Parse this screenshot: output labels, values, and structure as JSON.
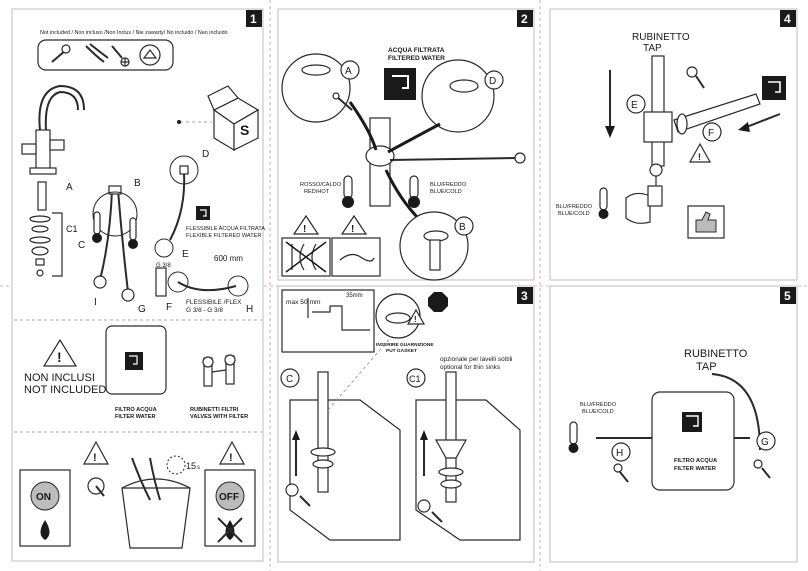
{
  "panels": {
    "p1": {
      "number": "1",
      "not_included": "Not included / Non incluso /Non Inclus / Nie zawarty/ No incluido / Nao incluido",
      "letters": [
        "A",
        "B",
        "C",
        "C1",
        "D",
        "E",
        "F",
        "G",
        "H",
        "I"
      ],
      "flex_filtered": "FLESSIBILE ACQUA FILTRATA",
      "flex_filtered_en": "FLEXIBLE FILTERED WATER",
      "g38": "G 3/8",
      "len": "600 mm",
      "flex": "FLESSIBILE /FLEX",
      "flex_g": "G 3/8 - G 3/8",
      "non_inclusi": "NON INCLUSI",
      "not_included_big": "NOT INCLUDED",
      "filter_it": "FILTRO ACQUA",
      "filter_en": "FILTER WATER",
      "valves_it": "RUBINETTI FILTRI",
      "valves_en": "VALVES WITH FILTER",
      "on": "ON",
      "off": "OFF",
      "secs": "15",
      "secs_unit": "s"
    },
    "p2": {
      "number": "2",
      "title_it": "ACQUA FILTRATA",
      "title_en": "FILTERED WATER",
      "hot_it": "ROSSO/CALDO",
      "hot_en": "RED/HOT",
      "cold_it": "BLU/FREDDO",
      "cold_en": "BLUE/COLD",
      "letters": [
        "A",
        "B",
        "D"
      ]
    },
    "p3": {
      "number": "3",
      "max": "max 50 mm",
      "dia": "35mm",
      "stop": "STOP",
      "gasket_it": "INSERIRE GUARNIZIONE",
      "gasket_en": "PUT GASKET",
      "thin_it": "opzionale per lavelli sottili",
      "thin_en": "optional for thin sinks",
      "letters": [
        "C",
        "C1"
      ]
    },
    "p4": {
      "number": "4",
      "tap_it": "RUBINETTO",
      "tap_en": "TAP",
      "cold_it": "BLU/FREDDO",
      "cold_en": "BLUE/COLD",
      "letters": [
        "E",
        "F"
      ]
    },
    "p5": {
      "number": "5",
      "tap_it": "RUBINETTO",
      "tap_en": "TAP",
      "cold_it": "BLU/FREDDO",
      "cold_en": "BLUE/COLD",
      "filter_it": "FILTRO ACQUA",
      "filter_en": "FILTER WATER",
      "letters": [
        "H",
        "G"
      ]
    }
  }
}
